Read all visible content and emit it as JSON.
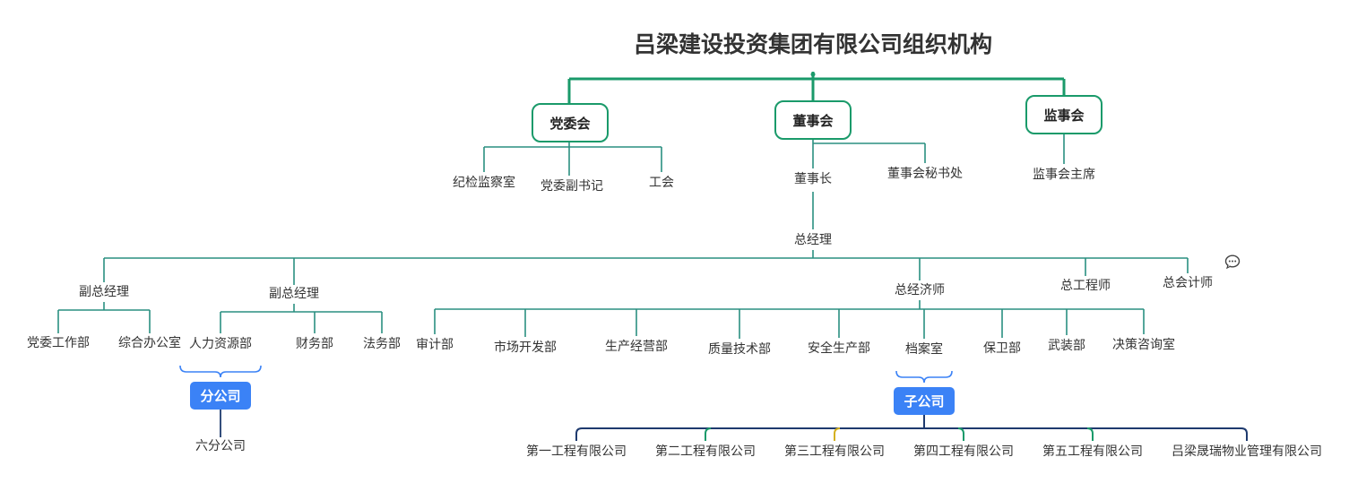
{
  "title": "吕梁建设投资集团有限公司组织机构",
  "colors": {
    "green": "#1a9a6a",
    "teal": "#2a8f80",
    "blue_tag": "#3b82f6",
    "navy": "#1e3a6e",
    "gold": "#d4b020"
  },
  "top_boards": {
    "party": "党委会",
    "board": "董事会",
    "supervisory": "监事会"
  },
  "party_children": [
    "纪检监察室",
    "党委副书记",
    "工会"
  ],
  "board_children": {
    "chairman": "董事长",
    "secretary": "董事会秘书处"
  },
  "supervisory_children": {
    "chairman": "监事会主席"
  },
  "gm": "总经理",
  "gm_children": {
    "vgm1": "副总经理",
    "vgm2": "副总经理",
    "economist": "总经济师",
    "engineer": "总工程师",
    "accountant": "总会计师"
  },
  "vgm1_children": [
    "党委工作部",
    "综合办公室"
  ],
  "vgm2_children": [
    "人力资源部",
    "财务部",
    "法务部"
  ],
  "economist_children": [
    "审计部",
    "市场开发部",
    "生产经营部",
    "质量技术部",
    "安全生产部",
    "档案室",
    "保卫部",
    "武装部",
    "决策咨询室"
  ],
  "branch": {
    "label": "分公司",
    "child": "六分公司"
  },
  "subsidiary": {
    "label": "子公司",
    "children": [
      "第一工程有限公司",
      "第二工程有限公司",
      "第三工程有限公司",
      "第四工程有限公司",
      "第五工程有限公司",
      "吕梁晟瑞物业管理有限公司"
    ]
  },
  "icons": {
    "comment": "comment-icon"
  }
}
